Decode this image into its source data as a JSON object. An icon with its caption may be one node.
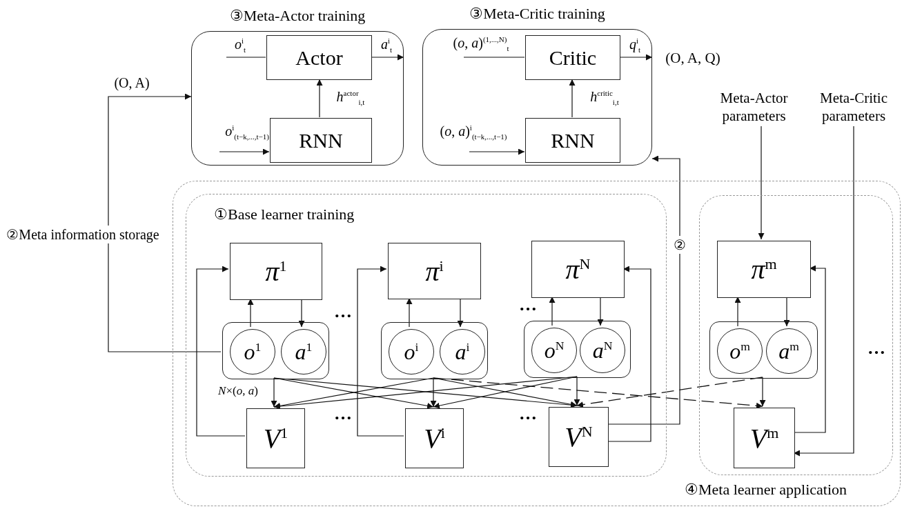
{
  "diagram": {
    "nodes": [
      {
        "text": [
          "③Meta-Actor training"
        ]
      },
      {
        "text": [
          "Actor"
        ],
        "in": 0
      },
      {
        "text": [
          "RNN"
        ],
        "in": 0
      },
      {
        "text": [
          "③Meta-Critic training"
        ]
      },
      {
        "text": [
          "Critic"
        ],
        "in": 3
      },
      {
        "text": [
          "RNN"
        ],
        "in": 3
      },
      {
        "text": [],
        "shape": "box"
      },
      {
        "text": [
          "①Base learner training"
        ],
        "in": 6
      },
      {
        "text": [
          "*π*$^{1}$"
        ],
        "in": 7
      },
      {
        "text": [],
        "shape": "box",
        "in": 7
      },
      {
        "text": [
          "*o*$^{1}$"
        ],
        "in": 9
      },
      {
        "text": [
          "*a*$^{1}$"
        ],
        "in": 9
      },
      {
        "text": [
          "*V*$^{1}$"
        ],
        "in": 7
      },
      {
        "text": [
          "*π*$^{i}$"
        ],
        "in": 7
      },
      {
        "text": [],
        "shape": "box",
        "in": 7
      },
      {
        "text": [
          "*o*$^{i}$"
        ],
        "in": 14
      },
      {
        "text": [
          "*a*$^{i}$"
        ],
        "in": 14
      },
      {
        "text": [
          "*V*$^{i}$"
        ],
        "in": 7
      },
      {
        "text": [
          "*π*$^{N}$"
        ],
        "in": 7
      },
      {
        "text": [],
        "shape": "box",
        "in": 7
      },
      {
        "text": [
          "*o*$^{N}$"
        ],
        "in": 19
      },
      {
        "text": [
          "*a*$^{N}$"
        ],
        "in": 19
      },
      {
        "text": [
          "*V*$^{N}$"
        ],
        "in": 7
      },
      {
        "text": [
          "④Meta learner application"
        ],
        "in": 6
      },
      {
        "text": [
          "*π*$^{m}$"
        ],
        "in": 23
      },
      {
        "text": [],
        "shape": "box",
        "in": 23
      },
      {
        "text": [
          "*o*$^{m}$"
        ],
        "in": 25
      },
      {
        "text": [
          "*a*$^{m}$"
        ],
        "in": 25
      },
      {
        "text": [
          "*V*$^{m}$"
        ],
        "in": 23
      },
      {
        "text": [
          "Meta-Actor parameters"
        ]
      },
      {
        "text": [
          "Meta-Critic parameters"
        ]
      },
      {
        "text": [
          "(O, A, Q)"
        ]
      }
    ],
    "edges": [
      {
        "from": null,
        "to": 1,
        "arrow": "none",
        "label": "*o*$^{i}$$_{t}$"
      },
      {
        "from": 1,
        "to": null,
        "arrow": "to",
        "label": "*a*$^{i}$$_{t}$"
      },
      {
        "from": null,
        "to": 2,
        "arrow": "to",
        "label": "*o*$^{i}$$_{(t−k,...,t−1)}$"
      },
      {
        "from": 2,
        "to": 1,
        "arrow": "to",
        "label": "*h*$^{actor}$$_{i,t}$"
      },
      {
        "from": null,
        "to": 4,
        "arrow": "none",
        "label": "(*o*, *a*)$^{(1,...,N)}$$_{t}$"
      },
      {
        "from": 4,
        "to": 31,
        "arrow": "to",
        "label": "*q*$^{i}$$_{t}$"
      },
      {
        "from": null,
        "to": 5,
        "arrow": "to",
        "label": "(*o*, *a*)$^{i}$$_{(t−k,...,t−1)}$"
      },
      {
        "from": 5,
        "to": 4,
        "arrow": "to",
        "label": "*h*$^{critic}$$_{i,t}$"
      },
      {
        "from": 9,
        "to": 0,
        "arrow": "to",
        "label": "②Meta information storage"
      },
      {
        "from": 22,
        "to": 3,
        "arrow": "to",
        "label": "②"
      },
      {
        "from": 29,
        "to": 24,
        "arrow": "to"
      },
      {
        "from": 30,
        "to": 28,
        "arrow": "to"
      },
      {
        "from": 10,
        "to": 8,
        "arrow": "to"
      },
      {
        "from": 8,
        "to": 11,
        "arrow": "to"
      },
      {
        "from": 9,
        "to": 12,
        "arrow": "to"
      },
      {
        "from": 12,
        "to": 8,
        "arrow": "to"
      },
      {
        "from": 15,
        "to": 13,
        "arrow": "to"
      },
      {
        "from": 13,
        "to": 16,
        "arrow": "to"
      },
      {
        "from": 14,
        "to": 17,
        "arrow": "to"
      },
      {
        "from": 17,
        "to": 13,
        "arrow": "to"
      },
      {
        "from": 20,
        "to": 18,
        "arrow": "to"
      },
      {
        "from": 18,
        "to": 21,
        "arrow": "to"
      },
      {
        "from": 19,
        "to": 22,
        "arrow": "to"
      },
      {
        "from": 22,
        "to": 18,
        "arrow": "to"
      },
      {
        "from": 26,
        "to": 24,
        "arrow": "to"
      },
      {
        "from": 24,
        "to": 27,
        "arrow": "to"
      },
      {
        "from": 25,
        "to": 28,
        "arrow": "to"
      },
      {
        "from": 28,
        "to": 24,
        "arrow": "to"
      },
      {
        "from": 9,
        "to": 17,
        "arrow": "to"
      },
      {
        "from": 9,
        "to": 22,
        "arrow": "to"
      },
      {
        "from": 14,
        "to": 12,
        "arrow": "to"
      },
      {
        "from": 14,
        "to": 22,
        "arrow": "to"
      },
      {
        "from": 19,
        "to": 12,
        "arrow": "to"
      },
      {
        "from": 19,
        "to": 17,
        "arrow": "to"
      },
      {
        "from": 14,
        "to": 28,
        "arrow": "to",
        "style": "dashed"
      },
      {
        "from": 25,
        "to": 22,
        "arrow": "to",
        "style": "dashed"
      }
    ],
    "labels": [
      "(O, A)",
      "*N*×(*o*, *a*)",
      "…",
      "…",
      "…",
      "…",
      "…"
    ]
  }
}
